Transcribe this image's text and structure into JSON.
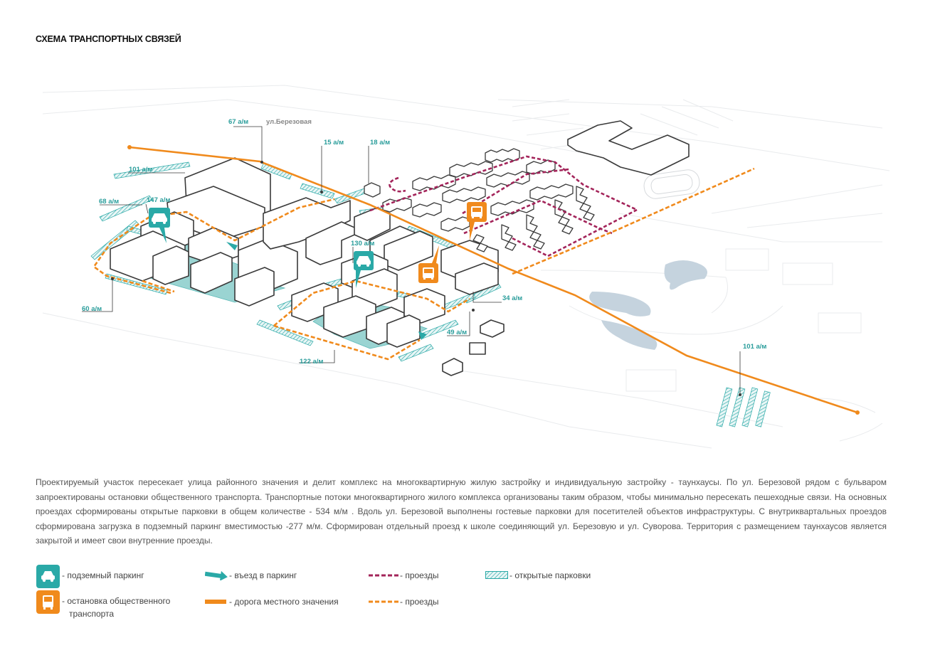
{
  "title": "СХЕМА ТРАНСПОРТНЫХ СВЯЗЕЙ",
  "street_label": "ул.Березовая",
  "parking_labels": [
    "67 а/м",
    "15 а/м",
    "18 а/м",
    "101 а/м",
    "68 а/м",
    "147 а/м",
    "130 а/м",
    "60 а/м",
    "34 а/м",
    "49 а/м",
    "122 а/м",
    "101 а/м"
  ],
  "description": "Проектируемый участок пересекает улица районного значения и делит комплекс на многоквартирную жилую застройку и индивидуальную застройку - таунхаусы.  По ул. Березовой рядом с бульваром запроектированы остановки общественного транспорта.  Транспортные потоки многоквартирного жилого комплекса организованы таким образом, чтобы минимально пересекать пешеходные связи.  На основных проездах сформированы открытые парковки в общем количестве - 534 м/м . Вдоль ул. Березовой выполнены гостевые парковки для посетителей объектов инфраструктуры. С внутриквартальных проездов сформирована загрузка в подземный паркинг вместимостью -277 м/м.  Сформирован отдельный проезд к школе соединяющий ул. Березовую и ул. Суворова. Территория с размещением таунхаусов является закрытой и имеет свои внутренние проезды.",
  "legend": {
    "underground_parking": "- подземный паркинг",
    "bus_stop_line1": "- остановка общественного",
    "bus_stop_line2": "транспорта",
    "parking_entry": "- въезд в паркинг",
    "local_road": "- дорога местного значения",
    "driveways_purple": "- проезды",
    "driveways_orange": "- проезды",
    "open_parking": "- открытые парковки"
  },
  "colors": {
    "teal": "#2aa9a7",
    "orange": "#f08a1c",
    "purple": "#a3245a",
    "water": "#c5d3de"
  },
  "icons": [
    "car-icon",
    "bus-icon",
    "arrow-icon"
  ]
}
